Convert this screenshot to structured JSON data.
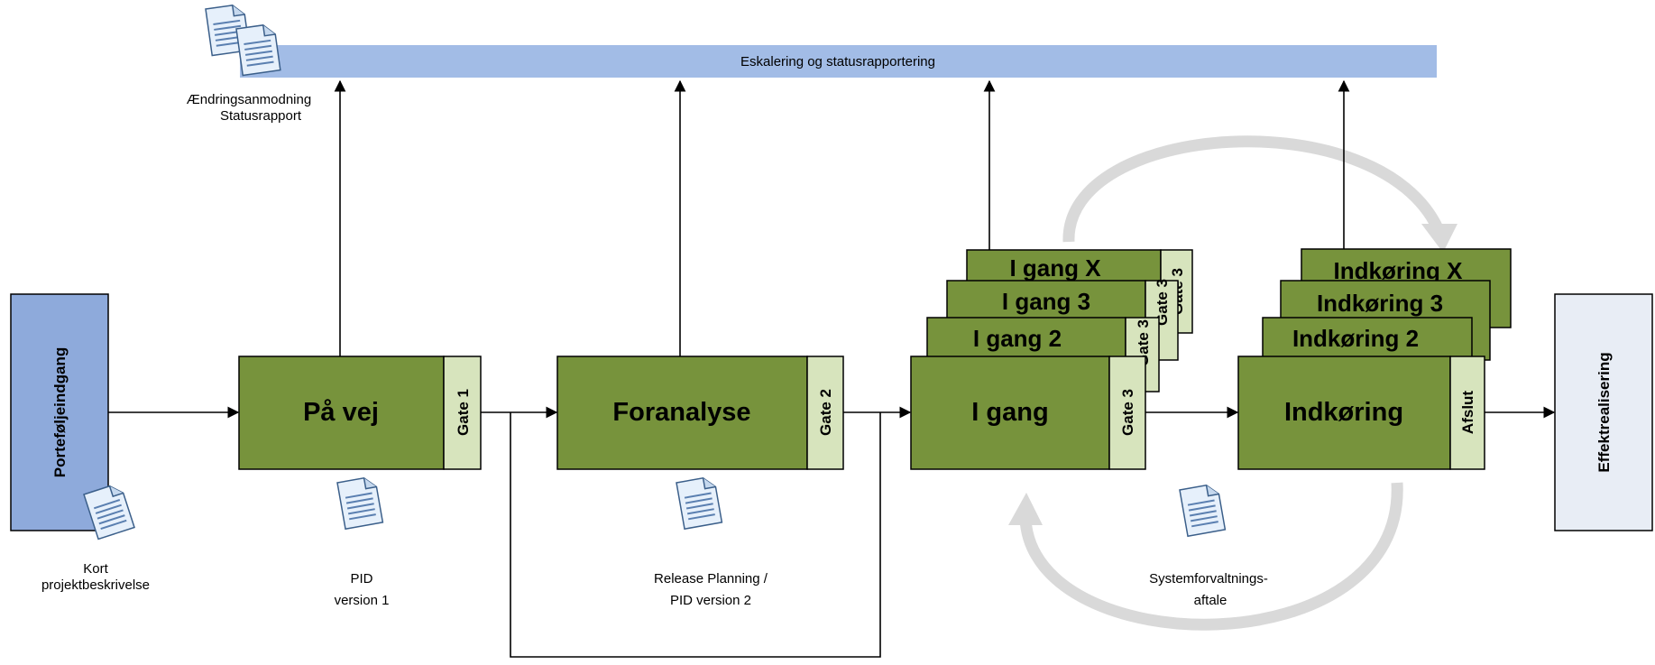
{
  "banner": "Eskalering og statusrapportering",
  "top_doc_label_1": "Ændringsanmodning",
  "top_doc_label_2": "Statusrapport",
  "start_box": "Porteføljeindgang",
  "end_box": "Effektrealisering",
  "start_doc_label_1": "Kort",
  "start_doc_label_2": "projektbeskrivelse",
  "phases": {
    "pa_vej": {
      "title": "På vej",
      "gate": "Gate 1",
      "doc_1": "PID",
      "doc_2": "version 1"
    },
    "foranalyse": {
      "title": "Foranalyse",
      "gate": "Gate 2",
      "doc_1": "Release Planning /",
      "doc_2": "PID version 2"
    },
    "i_gang": {
      "title": "I gang",
      "gate": "Gate 3",
      "stack_2": "I gang 2",
      "stack_3": "I gang 3",
      "stack_x": "I gang X"
    },
    "indkoring": {
      "title": "Indkøring",
      "gate": "Afslut",
      "stack_2": "Indkøring 2",
      "stack_3": "Indkøring 3",
      "stack_x": "Indkøring X",
      "doc_1": "Systemforvaltnings-",
      "doc_2": "aftale"
    }
  },
  "colors": {
    "phase_green": "#77933c",
    "gate_green": "#d7e4bd",
    "banner_blue": "#a2bce6",
    "start_blue": "#8eaadb",
    "end_grey": "#e8edf5",
    "cycle_grey": "#d9d9d9"
  }
}
